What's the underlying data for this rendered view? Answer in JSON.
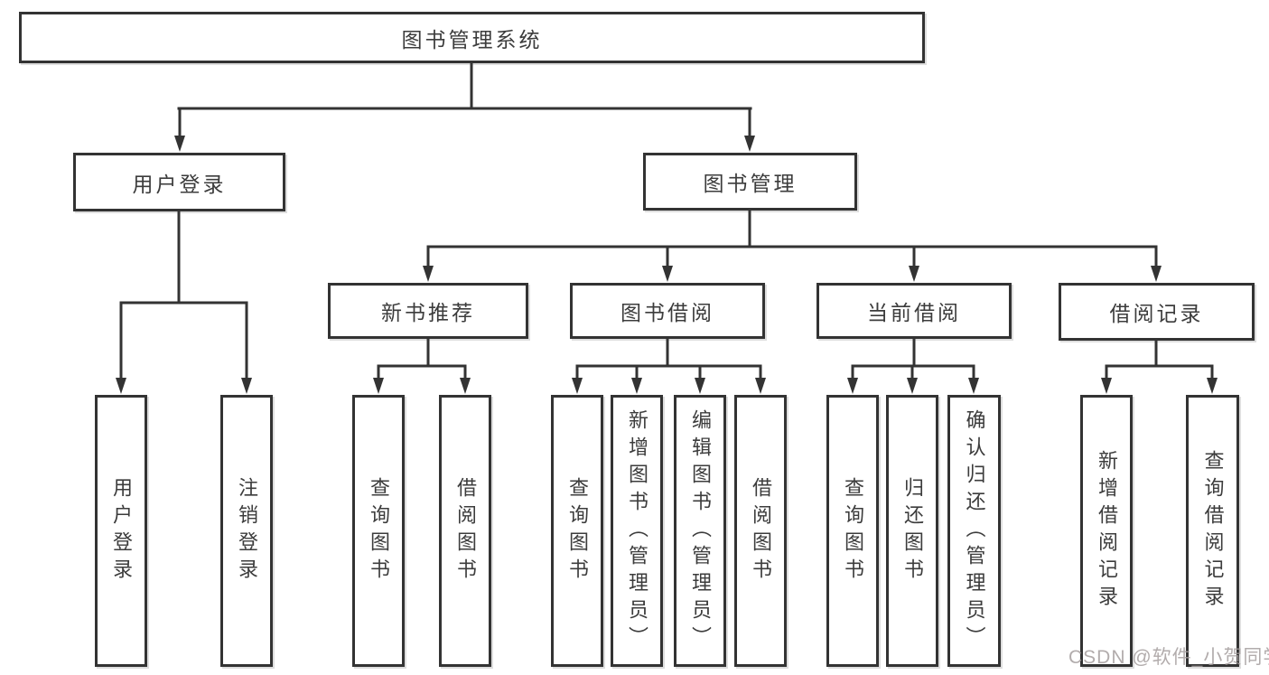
{
  "tree": {
    "root": {
      "label": "图书管理系统",
      "children": [
        {
          "label": "用户登录",
          "children": [
            {
              "label": "用户登录"
            },
            {
              "label": "注销登录"
            }
          ]
        },
        {
          "label": "图书管理",
          "children": [
            {
              "label": "新书推荐",
              "children": [
                {
                  "label": "查询图书"
                },
                {
                  "label": "借阅图书"
                }
              ]
            },
            {
              "label": "图书借阅",
              "children": [
                {
                  "label": "查询图书"
                },
                {
                  "label": "新增图书（管理员）"
                },
                {
                  "label": "编辑图书（管理员）"
                },
                {
                  "label": "借阅图书"
                }
              ]
            },
            {
              "label": "当前借阅",
              "children": [
                {
                  "label": "查询图书"
                },
                {
                  "label": "归还图书"
                },
                {
                  "label": "确认归还（管理员）"
                }
              ]
            },
            {
              "label": "借阅记录",
              "children": [
                {
                  "label": "新增借阅记录"
                },
                {
                  "label": "查询借阅记录"
                }
              ]
            }
          ]
        }
      ]
    }
  },
  "watermark": {
    "text": "CSDN @软件_小贺同学"
  },
  "colors": {
    "line": "#333333",
    "border": "#333333",
    "text": "#3c3c3c",
    "background": "#ffffff",
    "watermark": "#a59e9e"
  }
}
